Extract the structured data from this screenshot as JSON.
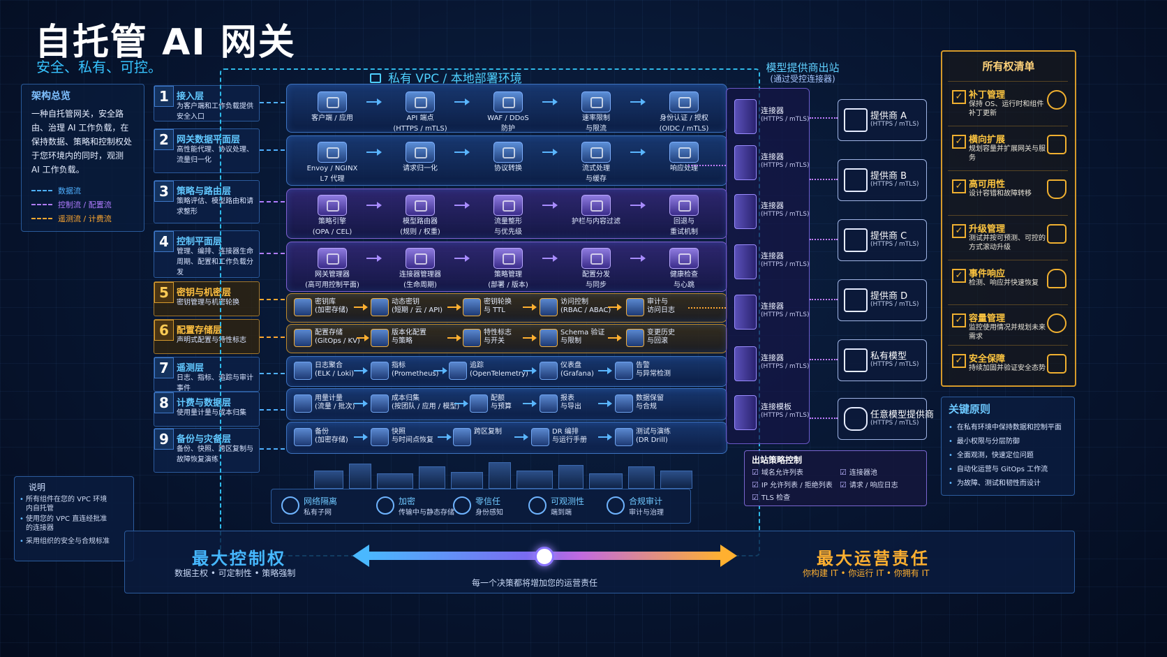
{
  "header": {
    "title": "自托管 AI 网关",
    "subtitle": "安全、私有、可控。"
  },
  "overview": {
    "title": "架构总览",
    "text": "一种自托管网关，安全路由、治理 AI 工作负载，在保持数据、策略和控制权处于您环境内的同时，观测 AI 工作负载。",
    "legend": [
      {
        "label": "数据流",
        "color": "#4fb0ff"
      },
      {
        "label": "控制流 / 配置流",
        "color": "#b07cff"
      },
      {
        "label": "遥测流 / 计费流",
        "color": "#ffa830"
      }
    ]
  },
  "layers": [
    {
      "num": "1",
      "name": "接入层",
      "desc": "为客户端和工作负载提供安全入口"
    },
    {
      "num": "2",
      "name": "网关数据平面层",
      "desc": "高性能代理、协议处理、流量归一化"
    },
    {
      "num": "3",
      "name": "策略与路由层",
      "desc": "策略评估、模型路由和请求整形"
    },
    {
      "num": "4",
      "name": "控制平面层",
      "desc": "管理、编排、连接器生命周期、配置和工作负载分发"
    },
    {
      "num": "5",
      "name": "密钥与机密层",
      "desc": "密钥管理与机密轮换"
    },
    {
      "num": "6",
      "name": "配置存储层",
      "desc": "声明式配置与特性标志"
    },
    {
      "num": "7",
      "name": "遥测层",
      "desc": "日志、指标、追踪与审计事件"
    },
    {
      "num": "8",
      "name": "计费与数据层",
      "desc": "使用量计量与成本归集"
    },
    {
      "num": "9",
      "name": "备份与灾备层",
      "desc": "备份、快照、跨区复制与故障恢复演练"
    }
  ],
  "vpc": {
    "title": "私有 VPC / 本地部署环境"
  },
  "rows": {
    "r1": [
      {
        "a": "客户端 / 应用",
        "b": ""
      },
      {
        "a": "API 端点",
        "b": "(HTTPS / mTLS)"
      },
      {
        "a": "WAF / DDoS",
        "b": "防护"
      },
      {
        "a": "速率限制",
        "b": "与限流"
      },
      {
        "a": "身份认证 / 授权",
        "b": "(OIDC / mTLS)"
      }
    ],
    "r2": [
      {
        "a": "Envoy / NGINX",
        "b": "L7 代理"
      },
      {
        "a": "请求归一化",
        "b": ""
      },
      {
        "a": "协议转换",
        "b": ""
      },
      {
        "a": "流式处理",
        "b": "与缓存"
      },
      {
        "a": "响应处理",
        "b": ""
      }
    ],
    "r3": [
      {
        "a": "策略引擎",
        "b": "(OPA / CEL)"
      },
      {
        "a": "模型路由器",
        "b": "(规则 / 权重)"
      },
      {
        "a": "流量整形",
        "b": "与优先级"
      },
      {
        "a": "护栏与内容过滤",
        "b": ""
      },
      {
        "a": "回退与",
        "b": "重试机制"
      }
    ],
    "r4": [
      {
        "a": "网关管理器",
        "b": "(高可用控制平面)"
      },
      {
        "a": "连接器管理器",
        "b": "(生命周期)"
      },
      {
        "a": "策略管理",
        "b": "(部署 / 版本)"
      },
      {
        "a": "配置分发",
        "b": "与同步"
      },
      {
        "a": "健康检查",
        "b": "与心跳"
      }
    ],
    "r5": [
      {
        "a": "密钥库",
        "b": "(加密存储)"
      },
      {
        "a": "动态密钥",
        "b": "(短期 / 云 / API)"
      },
      {
        "a": "密钥轮换",
        "b": "与 TTL"
      },
      {
        "a": "访问控制",
        "b": "(RBAC / ABAC)"
      },
      {
        "a": "审计与",
        "b": "访问日志"
      }
    ],
    "r6": [
      {
        "a": "配置存储",
        "b": "(GitOps / KV)"
      },
      {
        "a": "版本化配置",
        "b": "与策略"
      },
      {
        "a": "特性标志",
        "b": "与开关"
      },
      {
        "a": "Schema 验证",
        "b": "与限制"
      },
      {
        "a": "变更历史",
        "b": "与回滚"
      }
    ],
    "r7": [
      {
        "a": "日志聚合",
        "b": "(ELK / Loki)"
      },
      {
        "a": "指标",
        "b": "(Prometheus)"
      },
      {
        "a": "追踪",
        "b": "(OpenTelemetry)"
      },
      {
        "a": "仪表盘",
        "b": "(Grafana)"
      },
      {
        "a": "告警",
        "b": "与异常检测"
      }
    ],
    "r8": [
      {
        "a": "用量计量",
        "b": "(流量 / 批次)"
      },
      {
        "a": "成本归集",
        "b": "(按团队 / 应用 / 模型)"
      },
      {
        "a": "配额",
        "b": "与预算"
      },
      {
        "a": "报表",
        "b": "与导出"
      },
      {
        "a": "数据保留",
        "b": "与合规"
      }
    ],
    "r9": [
      {
        "a": "备份",
        "b": "(加密存储)"
      },
      {
        "a": "快照",
        "b": "与时间点恢复"
      },
      {
        "a": "跨区复制",
        "b": ""
      },
      {
        "a": "DR 编排",
        "b": "与运行手册"
      },
      {
        "a": "测试与演练",
        "b": "(DR Drill)"
      }
    ]
  },
  "security": [
    {
      "t": "网络隔离",
      "d": "私有子网"
    },
    {
      "t": "加密",
      "d": "传输中与静态存储"
    },
    {
      "t": "零信任",
      "d": "身份感知"
    },
    {
      "t": "可观测性",
      "d": "端到端"
    },
    {
      "t": "合规审计",
      "d": "审计与治理"
    }
  ],
  "providers": {
    "title": "模型提供商出站",
    "subtitle": "(通过受控连接器)",
    "connectors": [
      {
        "name": "连接器",
        "sub": "(HTTPS / mTLS)"
      },
      {
        "name": "连接器",
        "sub": "(HTTPS / mTLS)"
      },
      {
        "name": "连接器",
        "sub": "(HTTPS / mTLS)"
      },
      {
        "name": "连接器",
        "sub": "(HTTPS / mTLS)"
      },
      {
        "name": "连接器",
        "sub": "(HTTPS / mTLS)"
      },
      {
        "name": "连接器",
        "sub": "(HTTPS / mTLS)"
      },
      {
        "name": "连接模板",
        "sub": "(HTTPS / mTLS)"
      }
    ],
    "list": [
      {
        "name": "提供商 A",
        "sub": "(HTTPS / mTLS)"
      },
      {
        "name": "提供商 B",
        "sub": "(HTTPS / mTLS)"
      },
      {
        "name": "提供商 C",
        "sub": "(HTTPS / mTLS)"
      },
      {
        "name": "提供商 D",
        "sub": "(HTTPS / mTLS)"
      },
      {
        "name": "私有模型",
        "sub": "(HTTPS / mTLS)"
      },
      {
        "name": "任意模型提供商",
        "sub": "(HTTPS / mTLS)"
      }
    ]
  },
  "egress": {
    "title": "出站策略控制",
    "checks": [
      "域名允许列表",
      "连接器池",
      "IP 允许列表 / 拒绝列表",
      "请求 / 响应日志",
      "TLS 检查"
    ]
  },
  "ownership": {
    "title": "所有权清单",
    "items": [
      {
        "name": "补丁管理",
        "desc": "保持 OS、运行时和组件补丁更新"
      },
      {
        "name": "横向扩展",
        "desc": "规划容量并扩展网关与服务"
      },
      {
        "name": "高可用性",
        "desc": "设计容错和故障转移"
      },
      {
        "name": "升级管理",
        "desc": "测试并按可预测、可控的方式滚动升级"
      },
      {
        "name": "事件响应",
        "desc": "检测、响应并快速恢复"
      },
      {
        "name": "容量管理",
        "desc": "监控使用情况并规划未来需求"
      },
      {
        "name": "安全保障",
        "desc": "持续加固并验证安全态势"
      }
    ]
  },
  "principles": {
    "title": "关键原则",
    "items": [
      "在私有环境中保持数据和控制平面",
      "最小权限与分层防御",
      "全面观测，快速定位问题",
      "自动化运营与 GitOps 工作流",
      "为故障、测试和韧性而设计"
    ]
  },
  "notes": {
    "title": "说明",
    "items": [
      "所有组件在您的 VPC 环境内自托管",
      "使用您的 VPC 直连经批准的连接器",
      "采用组织的安全与合规标准"
    ]
  },
  "bottom": {
    "left_title": "最大控制权",
    "left_sub": "数据主权 • 可定制性 • 策略强制",
    "right_title": "最大运营责任",
    "right_sub": "你构建 IT • 你运行 IT • 你拥有 IT",
    "caption": "每一个决策都将增加您的运营责任",
    "balance": 0.5
  }
}
